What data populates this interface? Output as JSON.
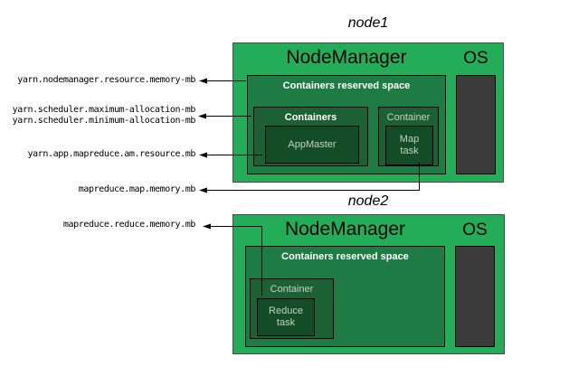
{
  "diagram": {
    "node1": {
      "title": "node1",
      "nodemanager_label": "NodeManager",
      "os_label": "OS",
      "reserved_label": "Containers reserved space",
      "containers_label": "Containers",
      "appmaster_label": "AppMaster",
      "container_label": "Container",
      "map_task_lines": [
        "Map",
        "task"
      ]
    },
    "node2": {
      "title": "node2",
      "nodemanager_label": "NodeManager",
      "os_label": "OS",
      "reserved_label": "Containers reserved space",
      "container_label": "Container",
      "reduce_task_lines": [
        "Reduce",
        "task"
      ]
    },
    "config_labels": {
      "nodemanager_resource_memory": "yarn.nodemanager.resource.memory-mb",
      "scheduler_maximum_allocation": "yarn.scheduler.maximum-allocation-mb",
      "scheduler_minimum_allocation": "yarn.scheduler.minimum-allocation-mb",
      "am_resource": "yarn.app.mapreduce.am.resource.mb",
      "map_memory": "mapreduce.map.memory.mb",
      "reduce_memory": "mapreduce.reduce.memory.mb"
    },
    "colors": {
      "node_bg": "#23ad58",
      "reserved_bg": "#1e7b44",
      "container_bg": "#1c6134",
      "task_bg": "#134d28",
      "os_rect_bg": "#3b3b3b",
      "dim_text": "#c6cfc5",
      "arrow": "#000000"
    }
  }
}
